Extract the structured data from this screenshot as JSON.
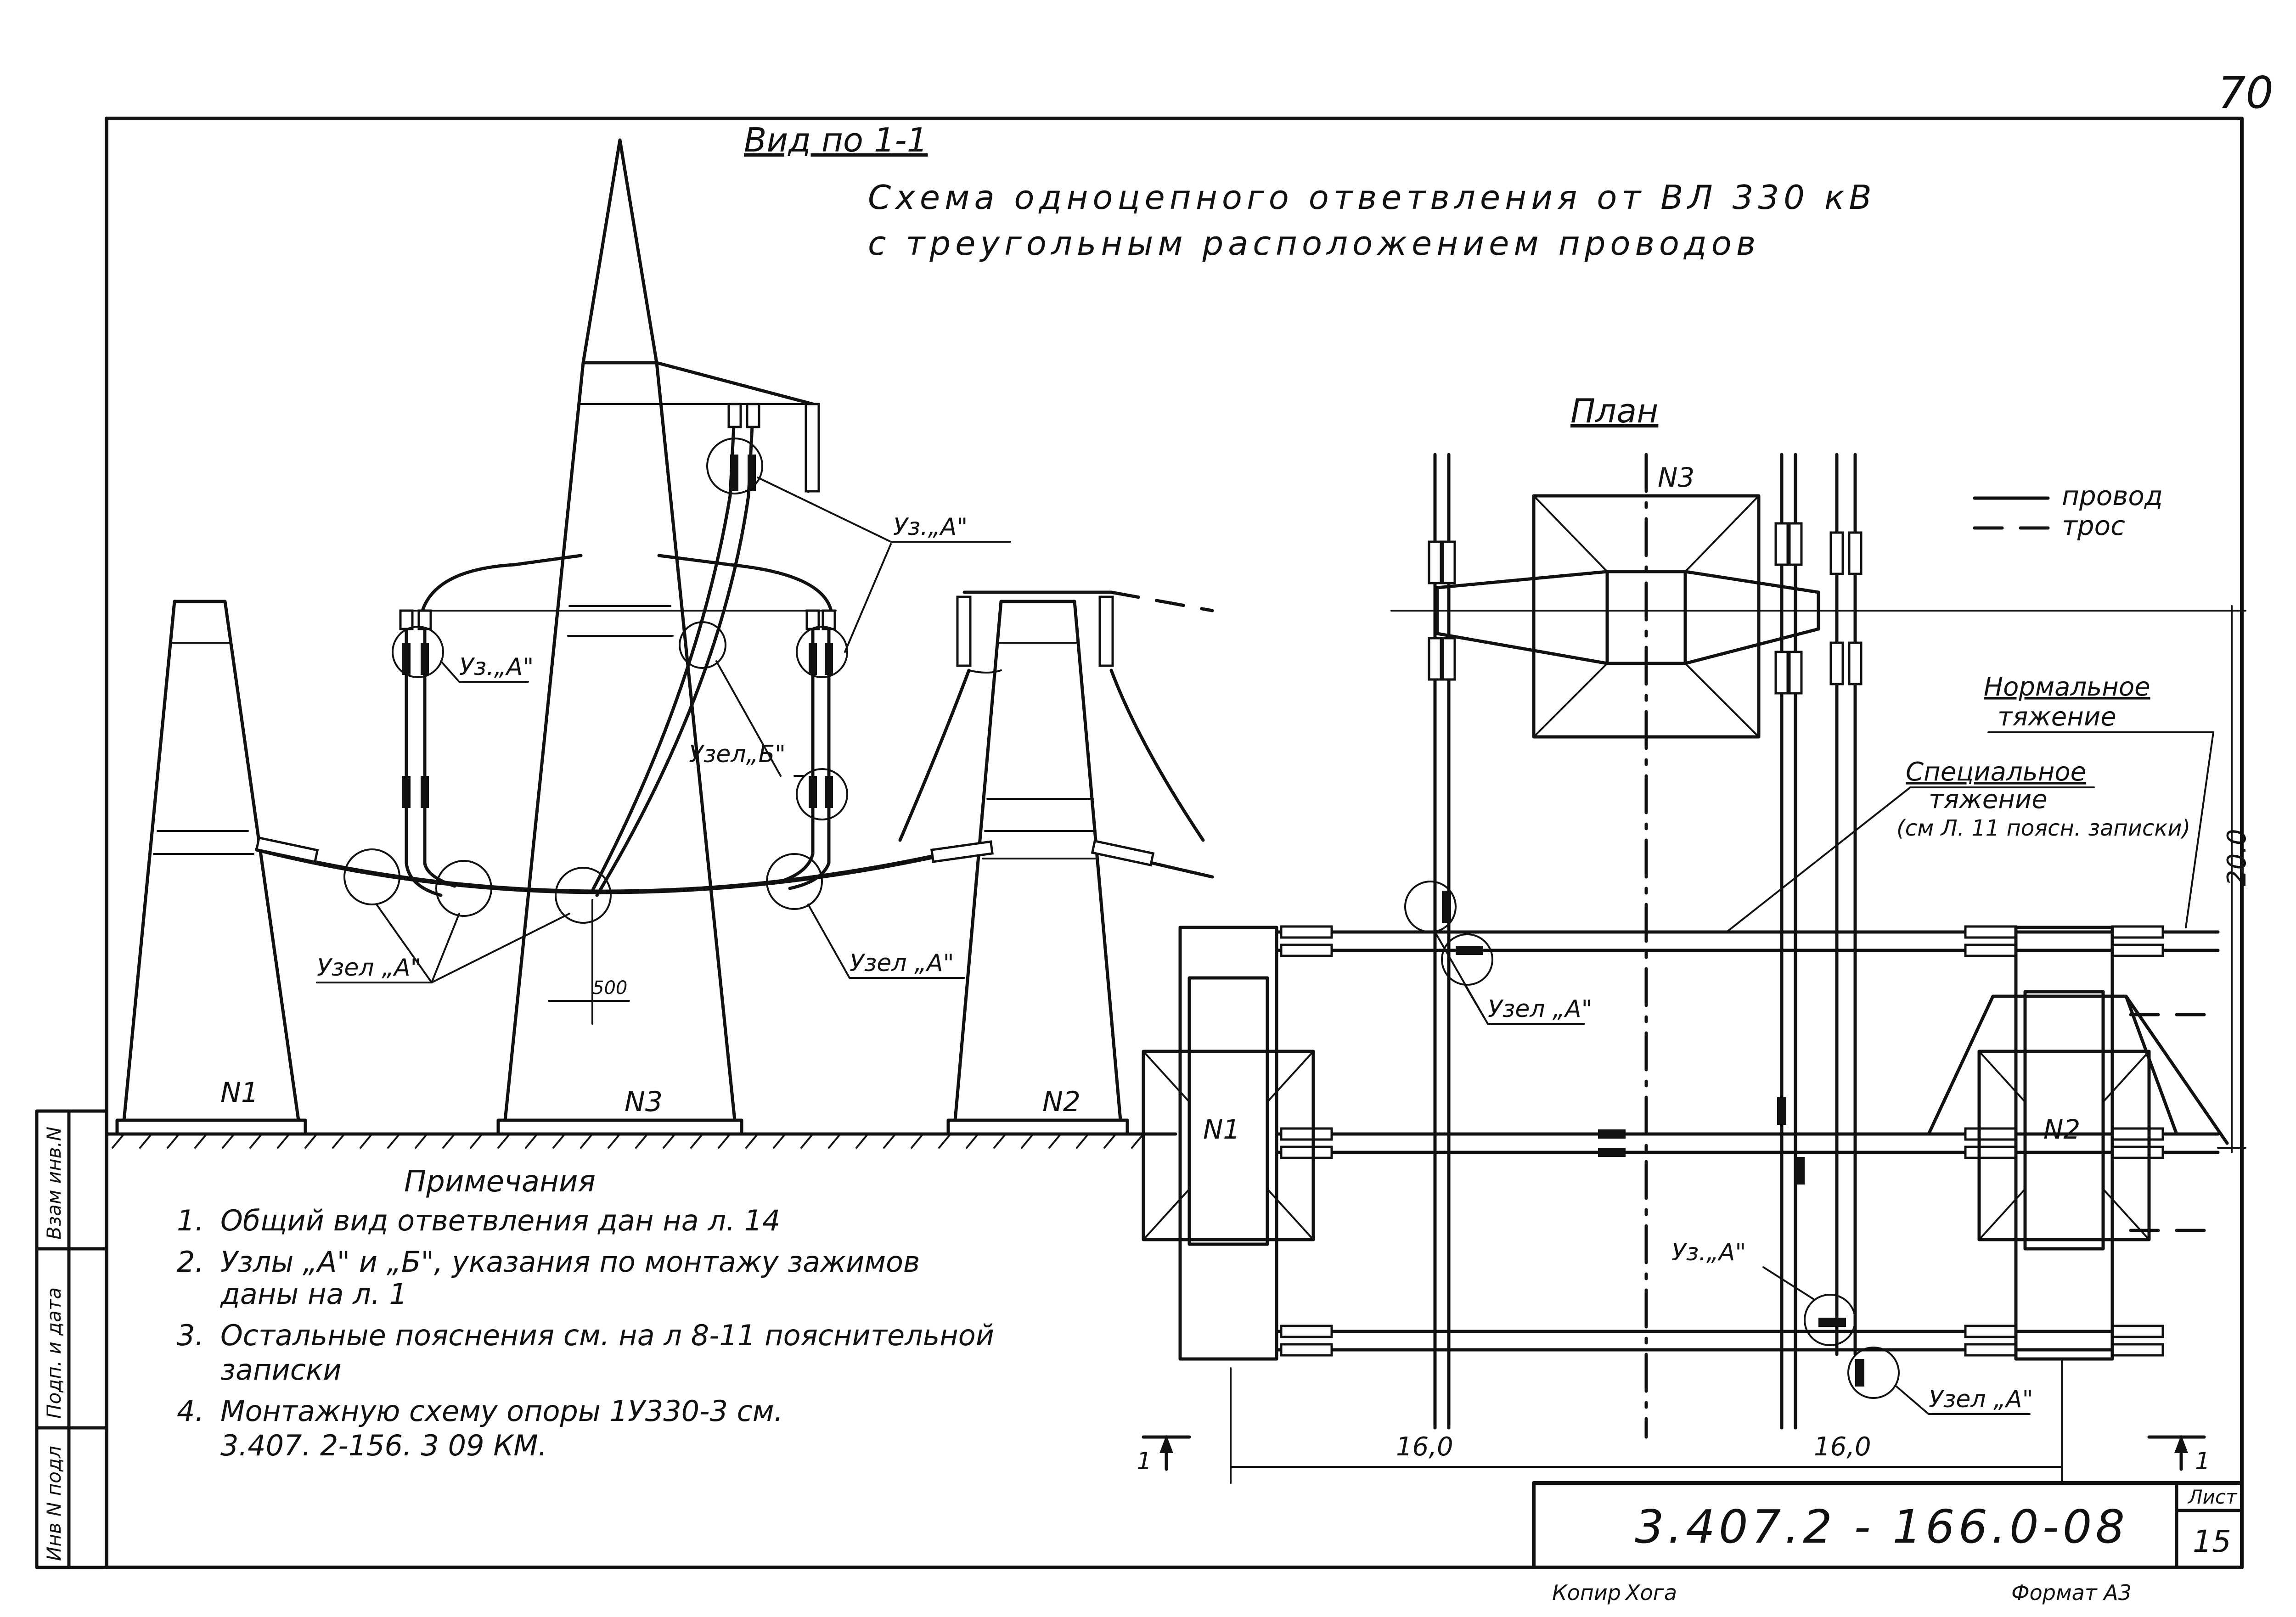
{
  "page_number": "70",
  "header": {
    "view_title": "Вид по 1-1",
    "title_line1": "Схема одноцепного ответвления от ВЛ 330 кВ",
    "title_line2": "с треугольным расположением проводов"
  },
  "elevation": {
    "towers": [
      "N1",
      "N3",
      "N2"
    ],
    "dimension": "500",
    "node_labels": {
      "uz_a_top": "Уз.„А\"",
      "uz_a_left": "Уз.„А\"",
      "uzel_b": "Узел„Б\"",
      "uzel_a_bottom_left": "Узел „А\"",
      "uzel_a_bottom_right": "Узел „А\""
    }
  },
  "plan": {
    "title": "План",
    "tower_labels": [
      "N3",
      "N1",
      "N2"
    ],
    "legend": [
      {
        "style": "solid",
        "label": "провод"
      },
      {
        "style": "dashed",
        "label": "трос"
      }
    ],
    "normal_tension": [
      "Нормальное",
      "тяжение"
    ],
    "special_tension": [
      "Специальное",
      "тяжение",
      "(см Л. 11 поясн. записки)"
    ],
    "dim_vertical": "20.0",
    "dim_left": "16,0",
    "dim_right": "16,0",
    "node_labels": {
      "uzel_a_top": "Узел „А\"",
      "uz_a_bottom": "Уз.„А\"",
      "uzel_a_bottom": "Узел „А\""
    },
    "section_mark_left": "1",
    "section_mark_right": "1"
  },
  "notes": {
    "heading": "Примечания",
    "items": [
      {
        "num": "1.",
        "lines": [
          "Общий вид ответвления дан на л. 14"
        ]
      },
      {
        "num": "2.",
        "lines": [
          "Узлы „А\" и „Б\", указания по монтажу зажимов",
          "даны на л. 1"
        ]
      },
      {
        "num": "3.",
        "lines": [
          "Остальные пояснения см. на л 8-11 пояснительной",
          "записки"
        ]
      },
      {
        "num": "4.",
        "lines": [
          "Монтажную схему опоры 1У330-3 см.",
          "3.407. 2-156. 3 09 КМ."
        ]
      }
    ]
  },
  "side_stamp": [
    "Инв N подл",
    "Подп. и дата",
    "Взам инв.N"
  ],
  "title_block": {
    "code": "3.407.2 - 166.0-08",
    "sheet_label": "Лист",
    "sheet_number": "15"
  },
  "footer": {
    "copied": "Копир",
    "copied_sign": "Хога",
    "format": "Формат А3"
  }
}
